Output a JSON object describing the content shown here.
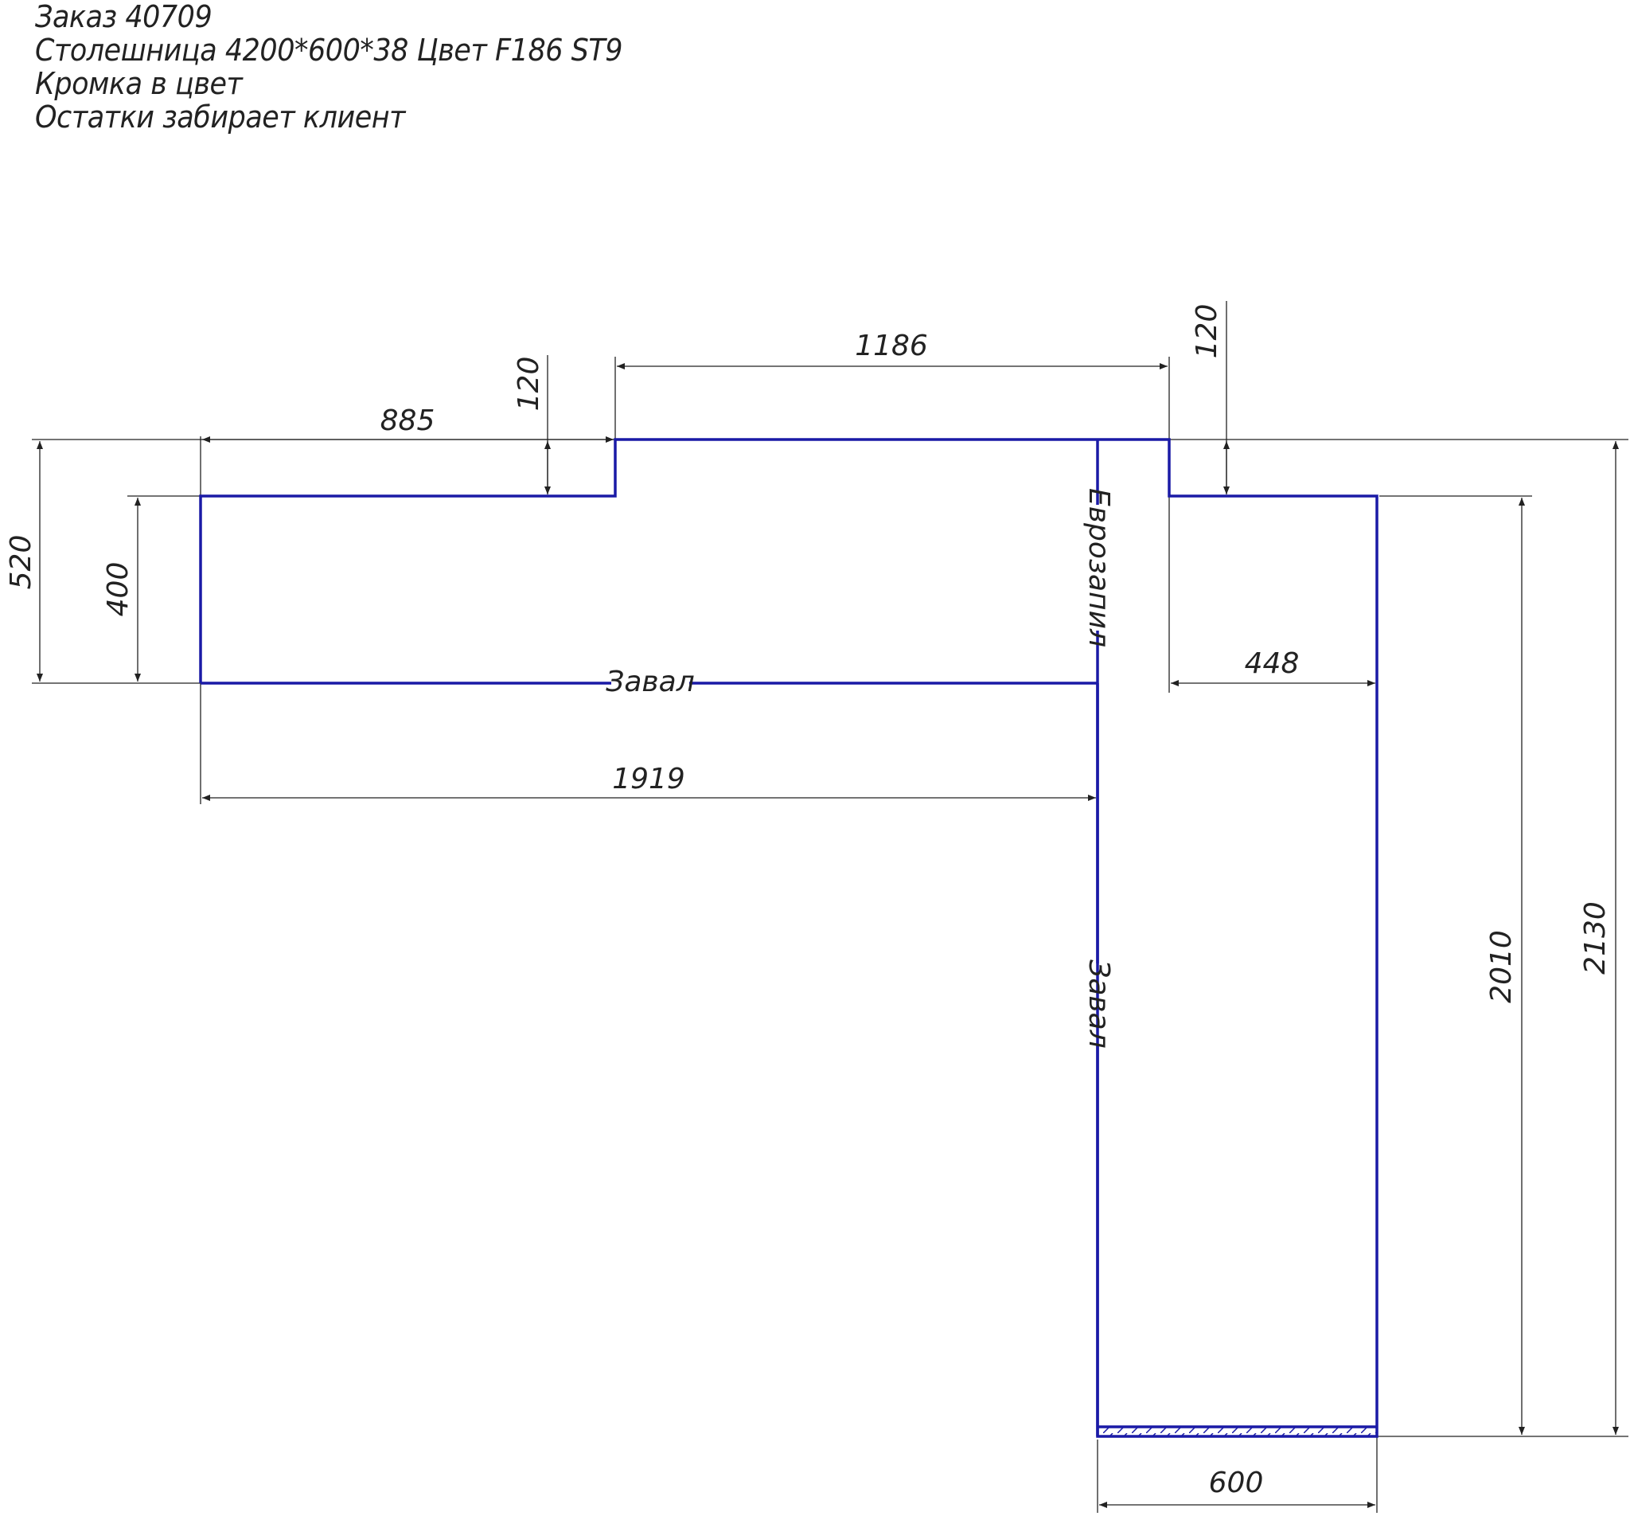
{
  "notes": {
    "order": "Заказ 40709",
    "spec": "Столешница 4200*600*38 Цвет F186 ST9",
    "edge": "Кромка в цвет",
    "leftovers": "Остатки забирает клиент"
  },
  "labels": {
    "zaval_horizontal": "Завал",
    "zaval_vertical": "Завал",
    "eurozapil": "Еврозапил"
  },
  "dimensions": {
    "d885": "885",
    "d1186": "1186",
    "d120_left": "120",
    "d120_right": "120",
    "d520": "520",
    "d400": "400",
    "d448": "448",
    "d1919": "1919",
    "d2010": "2010",
    "d2130": "2130",
    "d600": "600"
  },
  "colors": {
    "outline": "#1a1aa6",
    "dimension": "#222222"
  }
}
